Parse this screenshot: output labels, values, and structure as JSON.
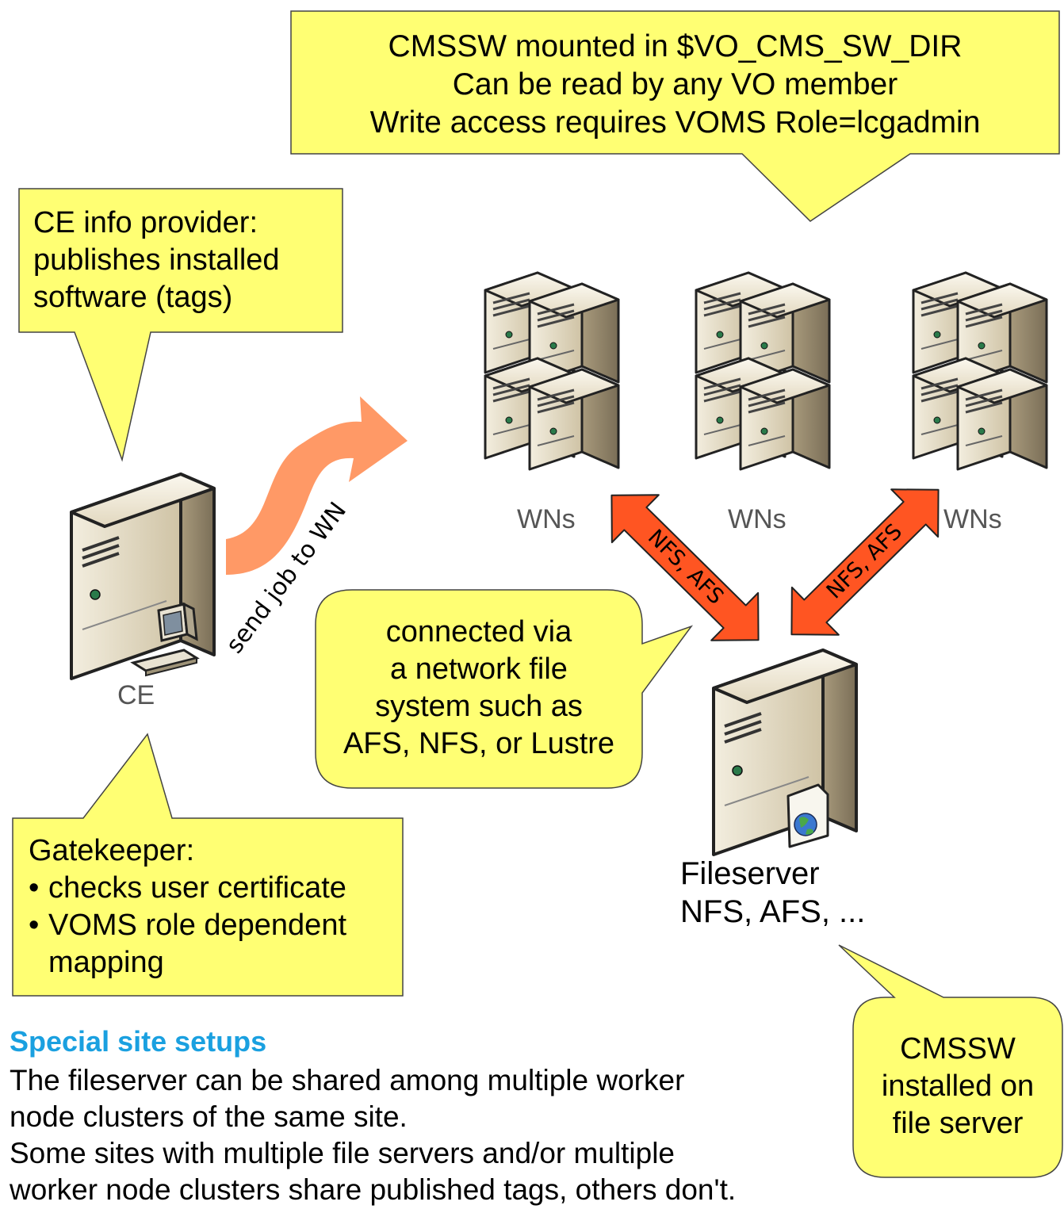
{
  "callouts": {
    "top": [
      "CMSSW mounted in $VO_CMS_SW_DIR",
      "Can be read by any VO member",
      "Write access requires VOMS Role=lcgadmin"
    ],
    "ce_info": [
      "CE info provider:",
      "publishes installed",
      "software (tags)"
    ],
    "gatekeeper": {
      "title": "Gatekeeper:",
      "bullets": [
        "checks user certificate",
        "VOMS role dependent",
        "mapping"
      ]
    },
    "network": [
      "connected via",
      "a network file",
      "system such as",
      "AFS, NFS, or Lustre"
    ],
    "cmssw_fs": [
      "CMSSW",
      "installed on",
      "file server"
    ]
  },
  "labels": {
    "ce": "CE",
    "wns": [
      "WNs",
      "WNs",
      "WNs"
    ],
    "send_job": "send job to WN",
    "link_left": "NFS, AFS",
    "link_right": "NFS, AFS",
    "fileserver": [
      "Fileserver",
      "NFS, AFS, ..."
    ]
  },
  "footer": {
    "heading": "Special site setups",
    "lines": [
      "The fileserver can be shared among multiple worker",
      "node clusters of the same site.",
      "Some sites with multiple file servers and/or multiple",
      "worker node clusters share published tags, others don't."
    ]
  },
  "colors": {
    "callout_fill": "#ffff73",
    "arrow_job": "#ff9966",
    "arrow_nfs": "#ff5522",
    "heading": "#1aa0e0",
    "server_body": "#d8ccb0"
  }
}
